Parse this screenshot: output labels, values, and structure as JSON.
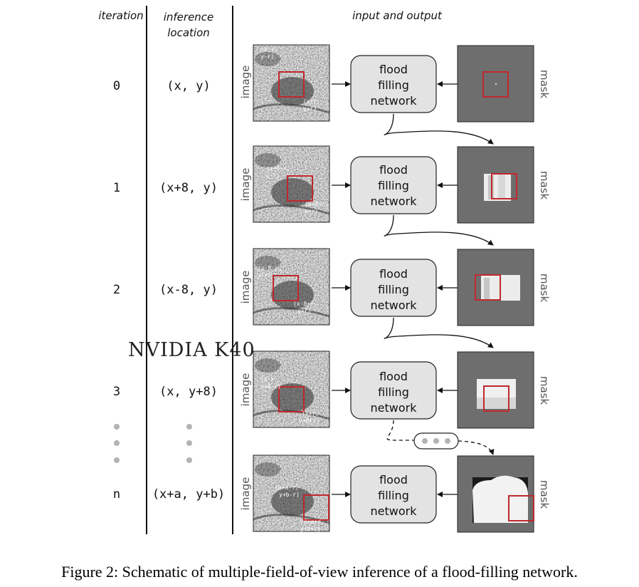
{
  "headers": {
    "iteration": "iteration",
    "inference_location": "inference location",
    "input_output": "input and output"
  },
  "labels": {
    "image": "image",
    "mask": "mask"
  },
  "network_lines": [
    "flood",
    "filling",
    "network"
  ],
  "rows": [
    {
      "iteration": "0",
      "location": "(x, y)",
      "coord_top": [
        "(x-r,",
        "y-r)"
      ],
      "coord_bottom": [
        "(x+r,",
        "y+r)"
      ]
    },
    {
      "iteration": "1",
      "location": "(x+8, y)",
      "coord_top": [
        "(x+8-r,",
        "y-r)"
      ],
      "coord_bottom": [
        "(x+8+r,",
        "y+r)"
      ]
    },
    {
      "iteration": "2",
      "location": "(x-8, y)",
      "coord_top": [
        "(x-8-r,",
        "y-r)"
      ],
      "coord_bottom": [
        "(x-8+r,",
        "y+r)"
      ]
    },
    {
      "iteration": "3",
      "location": "(x, y+8)",
      "coord_top": [
        "(x-r,",
        "y+8-r)"
      ],
      "coord_bottom": [
        "(x+r,",
        "y+8+r)"
      ]
    },
    {
      "iteration": "n",
      "location": "(x+a, y+b)",
      "coord_top": [
        "(x+a-r,",
        "y+b-r)"
      ],
      "coord_bottom": [
        "(x+a+r,",
        "y+b+r)"
      ]
    }
  ],
  "watermark": "NVIDIA K40",
  "caption": "Figure 2: Schematic of multiple-field-of-view inference of a flood-filling network.",
  "colors": {
    "fov_box": "#c0282d",
    "mask_bg": "#6e6e6e",
    "network_fill": "#e3e3e3",
    "dots": "#b3b3b3"
  }
}
